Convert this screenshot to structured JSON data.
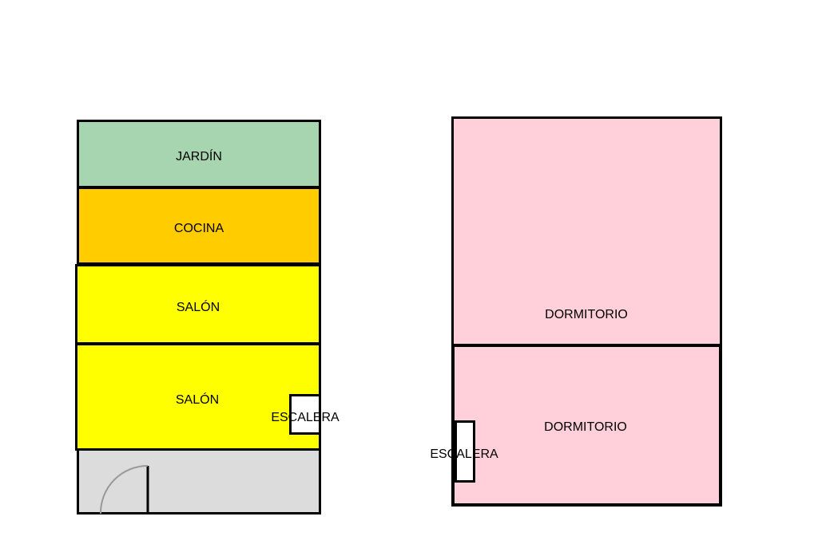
{
  "colors": {
    "garden": "#a6d5b0",
    "kitchen": "#ffcc00",
    "living": "#ffff00",
    "entry": "#dcdcdc",
    "bedroom": "#ffd0d9",
    "wall": "#000000"
  },
  "ground_floor": {
    "garden_label": "JARDÍN",
    "kitchen_label": "COCINA",
    "living_upper_label": "SALÓN",
    "living_lower_label": "SALÓN",
    "stairs_label": "ESCALERA"
  },
  "upper_floor": {
    "bedroom_upper_label": "DORMITORIO",
    "bedroom_lower_label": "DORMITORIO",
    "stairs_label": "ESCALERA"
  }
}
